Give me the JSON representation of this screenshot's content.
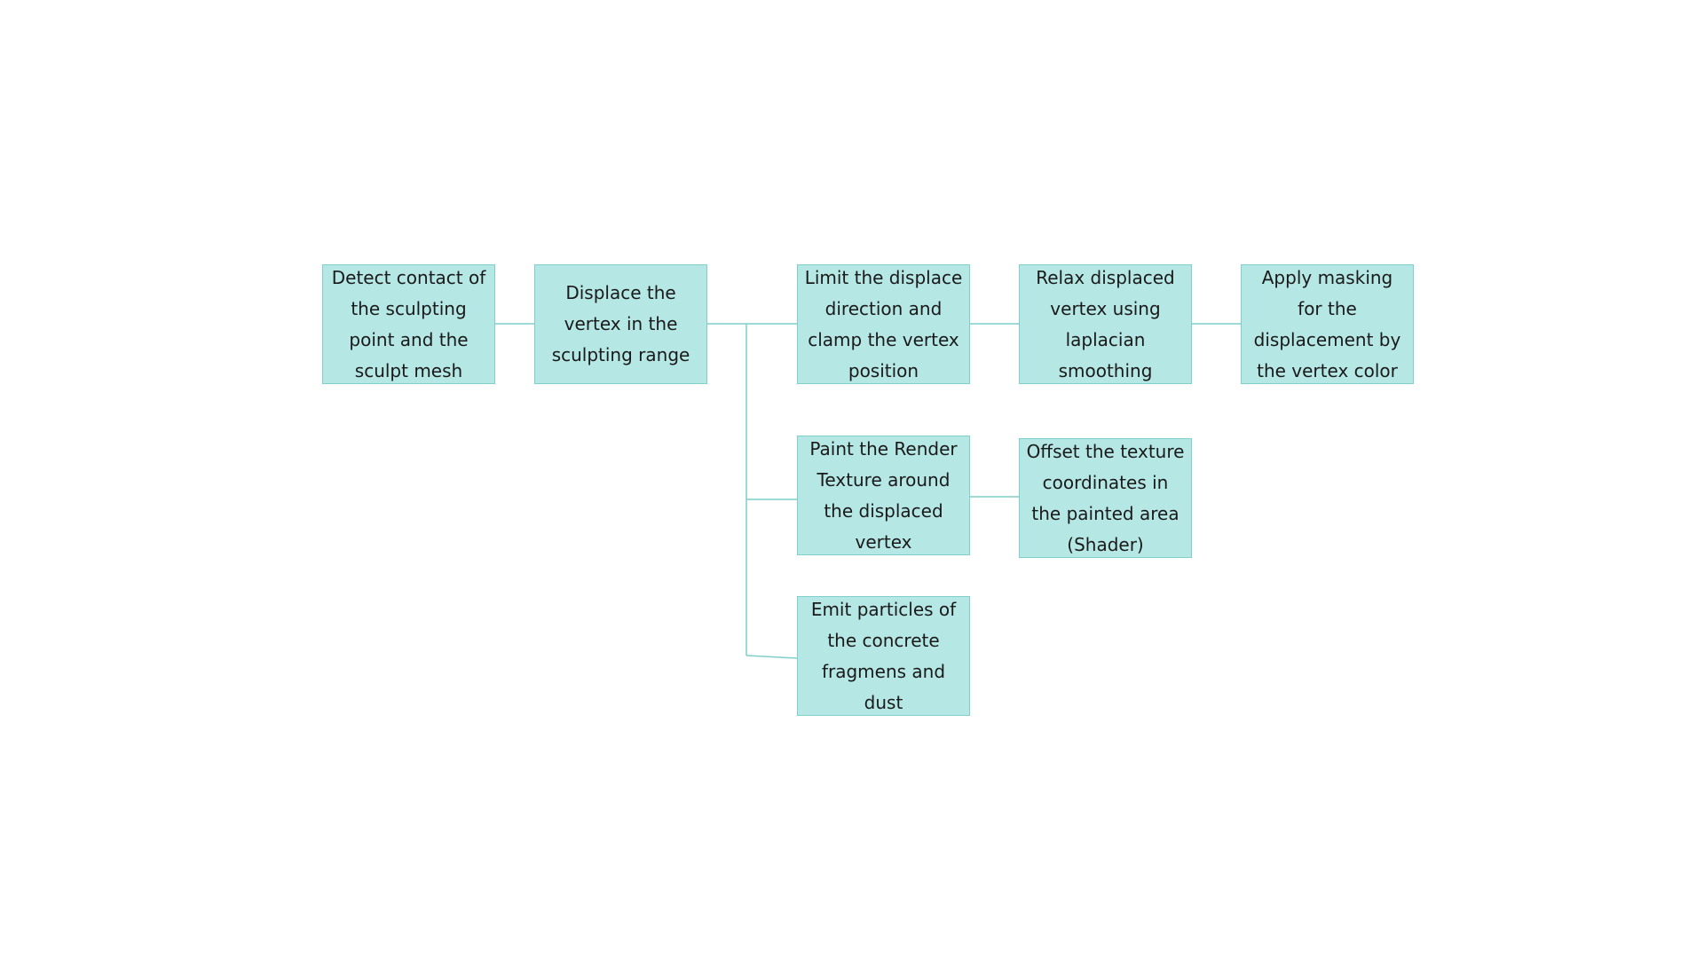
{
  "colors": {
    "node_fill": "#b5e7e4",
    "node_border": "#7fcfcb",
    "connector": "#7fcfcb"
  },
  "nodes": {
    "detect_contact": "Detect contact of\nthe sculpting\npoint and the\nsculpt mesh",
    "displace_vertex": "Displace the\nvertex in the\nsculpting range",
    "limit_displace": "Limit the displace\ndirection and\nclamp the vertex\nposition",
    "relax_vertex": "Relax displaced\nvertex using\nlaplacian\nsmoothing",
    "apply_masking": "Apply masking\nfor the\ndisplacement  by\nthe vertex color",
    "paint_render_texture": "Paint the Render\nTexture around\nthe displaced\nvertex",
    "offset_texture": "Offset the texture\ncoordinates in\nthe painted area\n(Shader)",
    "emit_particles": "Emit particles of\nthe concrete\nfragmens and\ndust"
  }
}
